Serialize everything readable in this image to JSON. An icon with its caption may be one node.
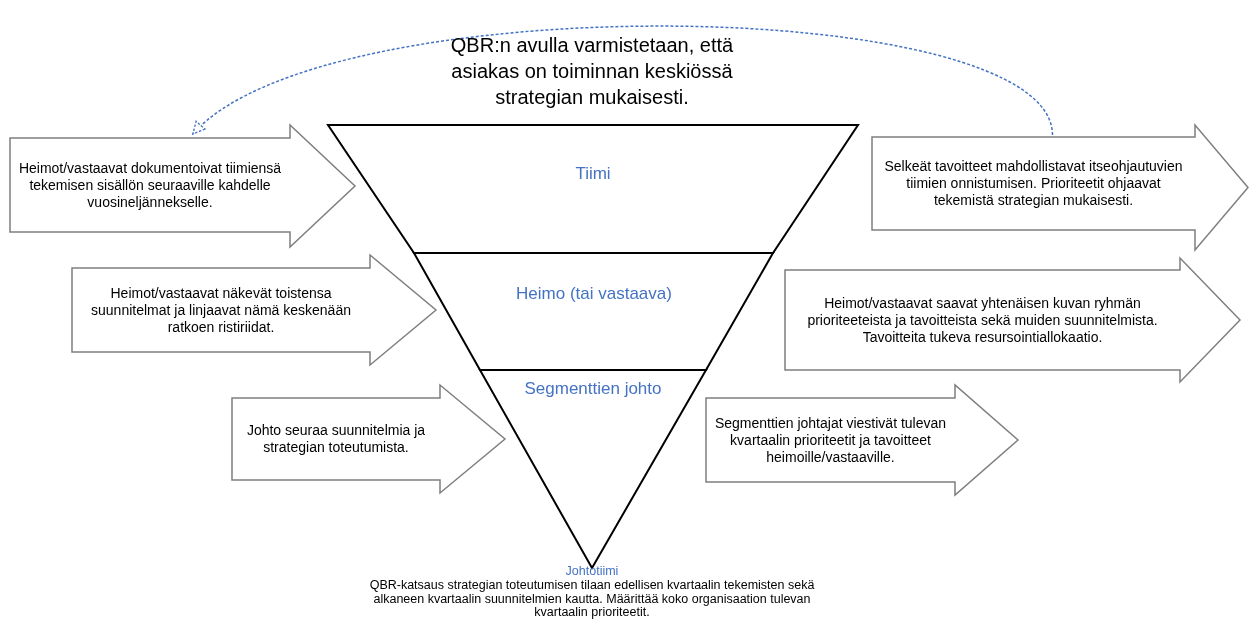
{
  "diagram": {
    "nodes": [
      {
        "text": [
          "Tiimi"
        ]
      },
      {
        "text": [
          "Heimo (tai vastaava)"
        ]
      },
      {
        "text": [
          "Segmenttien johto"
        ]
      },
      {
        "text": [
          "Heimot/vastaavat dokumentoivat tiimiensä tekemisen sisällön seuraaville kahdelle vuosineljännekselle."
        ]
      },
      {
        "text": [
          "Selkeät tavoitteet mahdollistavat itseohjautuvien tiimien onnistumisen. Prioriteetit ohjaavat tekemistä strategian mukaisesti."
        ]
      },
      {
        "text": [
          "Heimot/vastaavat näkevät toistensa suunnitelmat ja linjaavat nämä keskenään ratkoen ristiriidat."
        ]
      },
      {
        "text": [
          "Heimot/vastaavat saavat yhtenäisen kuvan ryhmän prioriteeteista ja tavoitteista sekä muiden suunnitelmista. Tavoitteita tukeva resursointiallokaatio."
        ]
      },
      {
        "text": [
          "Johto seuraa suunnitelmia ja strategian toteutumista."
        ]
      },
      {
        "text": [
          "Segmenttien johtajat viestivät tulevan kvartaalin prioriteetit ja tavoitteet heimoille/vastaaville."
        ]
      }
    ],
    "edges": [
      {
        "from": 4,
        "to": 3,
        "arrow": "to",
        "style": "dashed",
        "color": "#4472c4"
      }
    ],
    "labels": [
      "QBR:n avulla varmistetaan, että asiakas on toiminnan keskiössä strategian mukaisesti.",
      "Johtotiimi",
      "QBR-katsaus strategian toteutumisen tilaan edellisen kvartaalin tekemisten sekä alkaneen kvartaalin suunnitelmien kautta. Määrittää koko organisaation tulevan kvartaalin prioriteetit."
    ]
  }
}
